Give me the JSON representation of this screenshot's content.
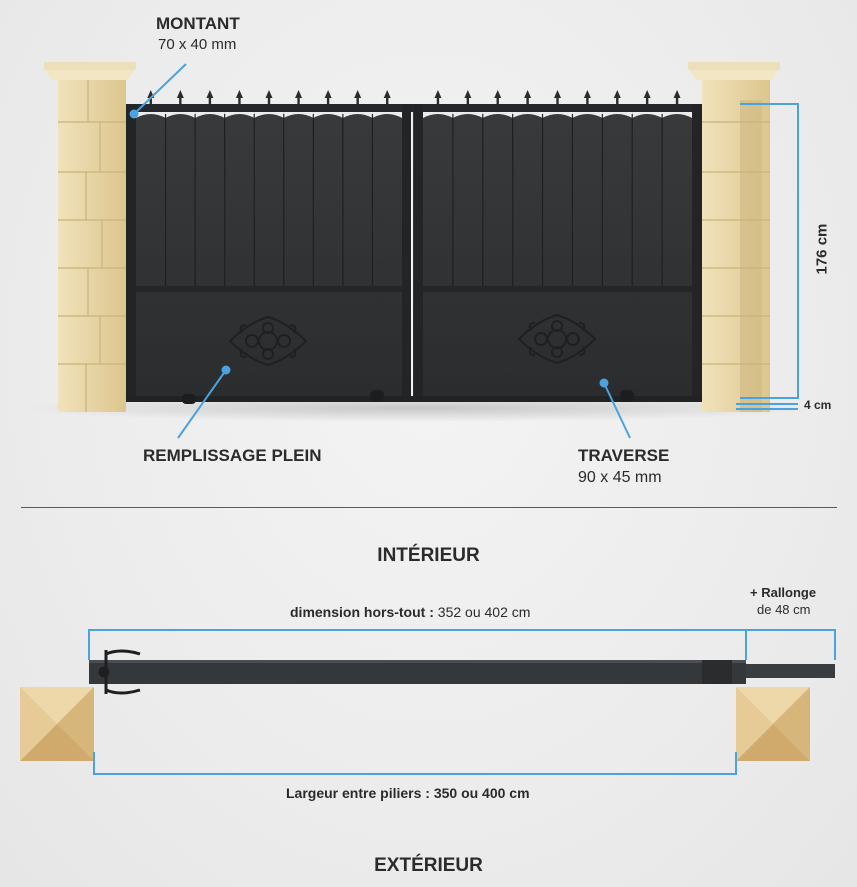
{
  "labels": {
    "montant_title": "MONTANT",
    "montant_dim": "70 x 40 mm",
    "remplissage": "REMPLISSAGE PLEIN",
    "traverse_title": "TRAVERSE",
    "traverse_dim": "90 x 45 mm",
    "height": "176 cm",
    "gap": "4 cm"
  },
  "plan": {
    "interieur": "INTÉRIEUR",
    "exterieur": "EXTÉRIEUR",
    "dimension_label": "dimension hors-tout :",
    "dimension_value": " 352 ou 402 cm",
    "rallonge_title": "+ Rallonge",
    "rallonge_dim": "de 48 cm",
    "largeur": "Largeur entre piliers : 350 ou 400 cm"
  },
  "colors": {
    "gate": "#2f3133",
    "stone": "#e6d3a4",
    "dimension_line": "#4aa3df",
    "text": "#2b2b2b"
  },
  "icons": [
    "ornament-icon",
    "spear-icon",
    "hinge-icon",
    "pillar-icon"
  ]
}
